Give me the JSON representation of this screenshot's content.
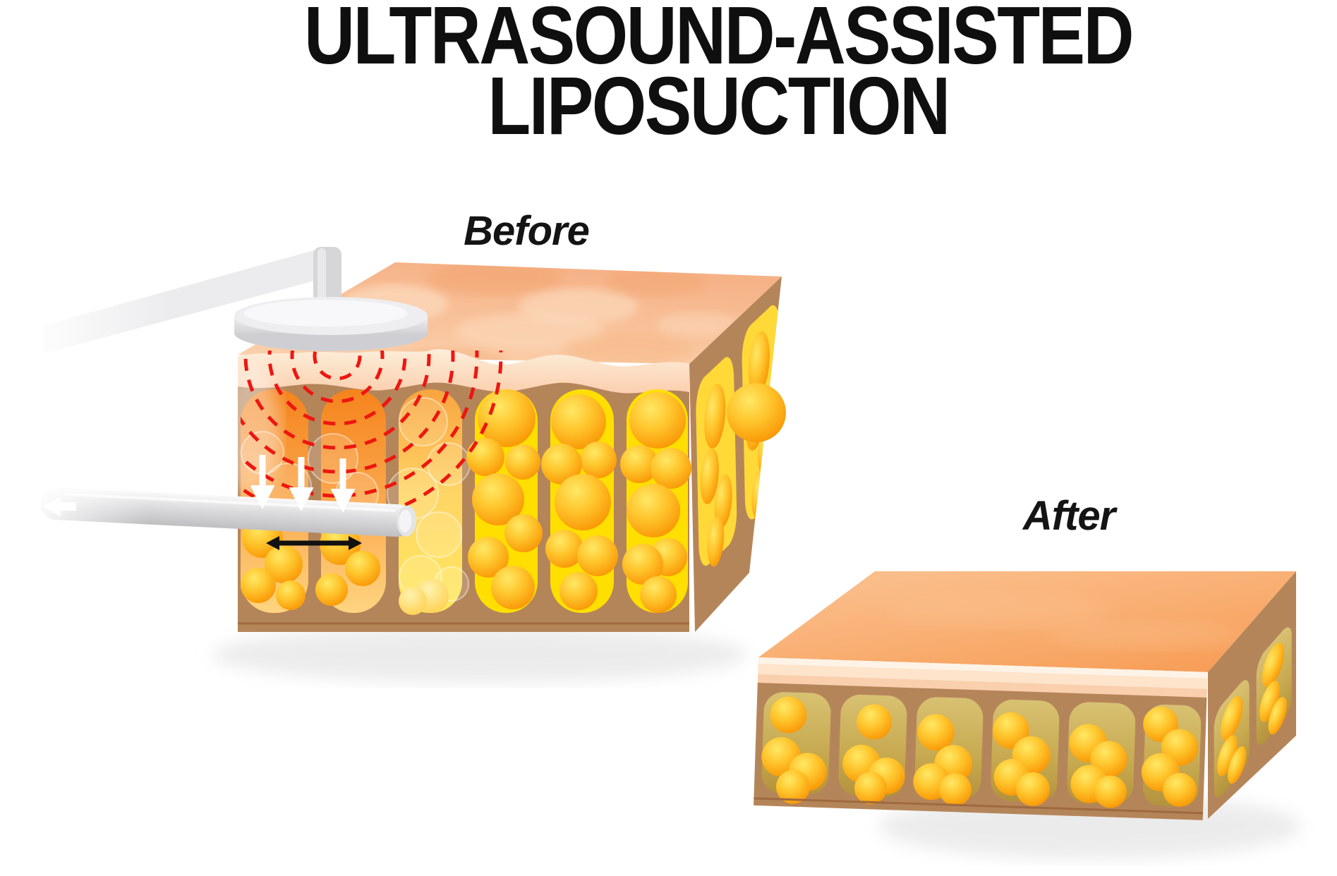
{
  "title": {
    "line1": "ULTRASOUND-ASSISTED",
    "line2": "LIPOSUCTION"
  },
  "panels": {
    "before": {
      "label": "Before"
    },
    "after": {
      "label": "After"
    }
  },
  "icons": {
    "ultrasound_probe": "ultrasound-transducer-icon",
    "cannula": "suction-cannula-icon",
    "waves": "ultrasound-waves-icon"
  },
  "colors": {
    "title_text": "#0f0f0f",
    "label_text": "#141414",
    "skin_top": "#f6b287",
    "skin_top_light": "#fbd2ae",
    "epidermis_cream": "#fde4cb",
    "dermis_brown": "#b5855a",
    "seam_brown": "#9e6a3e",
    "fat_bg_yellow": "#ffdf00",
    "fat_cell_orange": "#f89201",
    "fat_cell_light": "#ffe866",
    "disrupted_orange": "#f5831c",
    "after_cell_olive": "#c6a94f",
    "device_gray": "#ececee",
    "wave_red": "#ee1610",
    "arrow_white": "#ffffff",
    "arrow_black": "#111111"
  }
}
